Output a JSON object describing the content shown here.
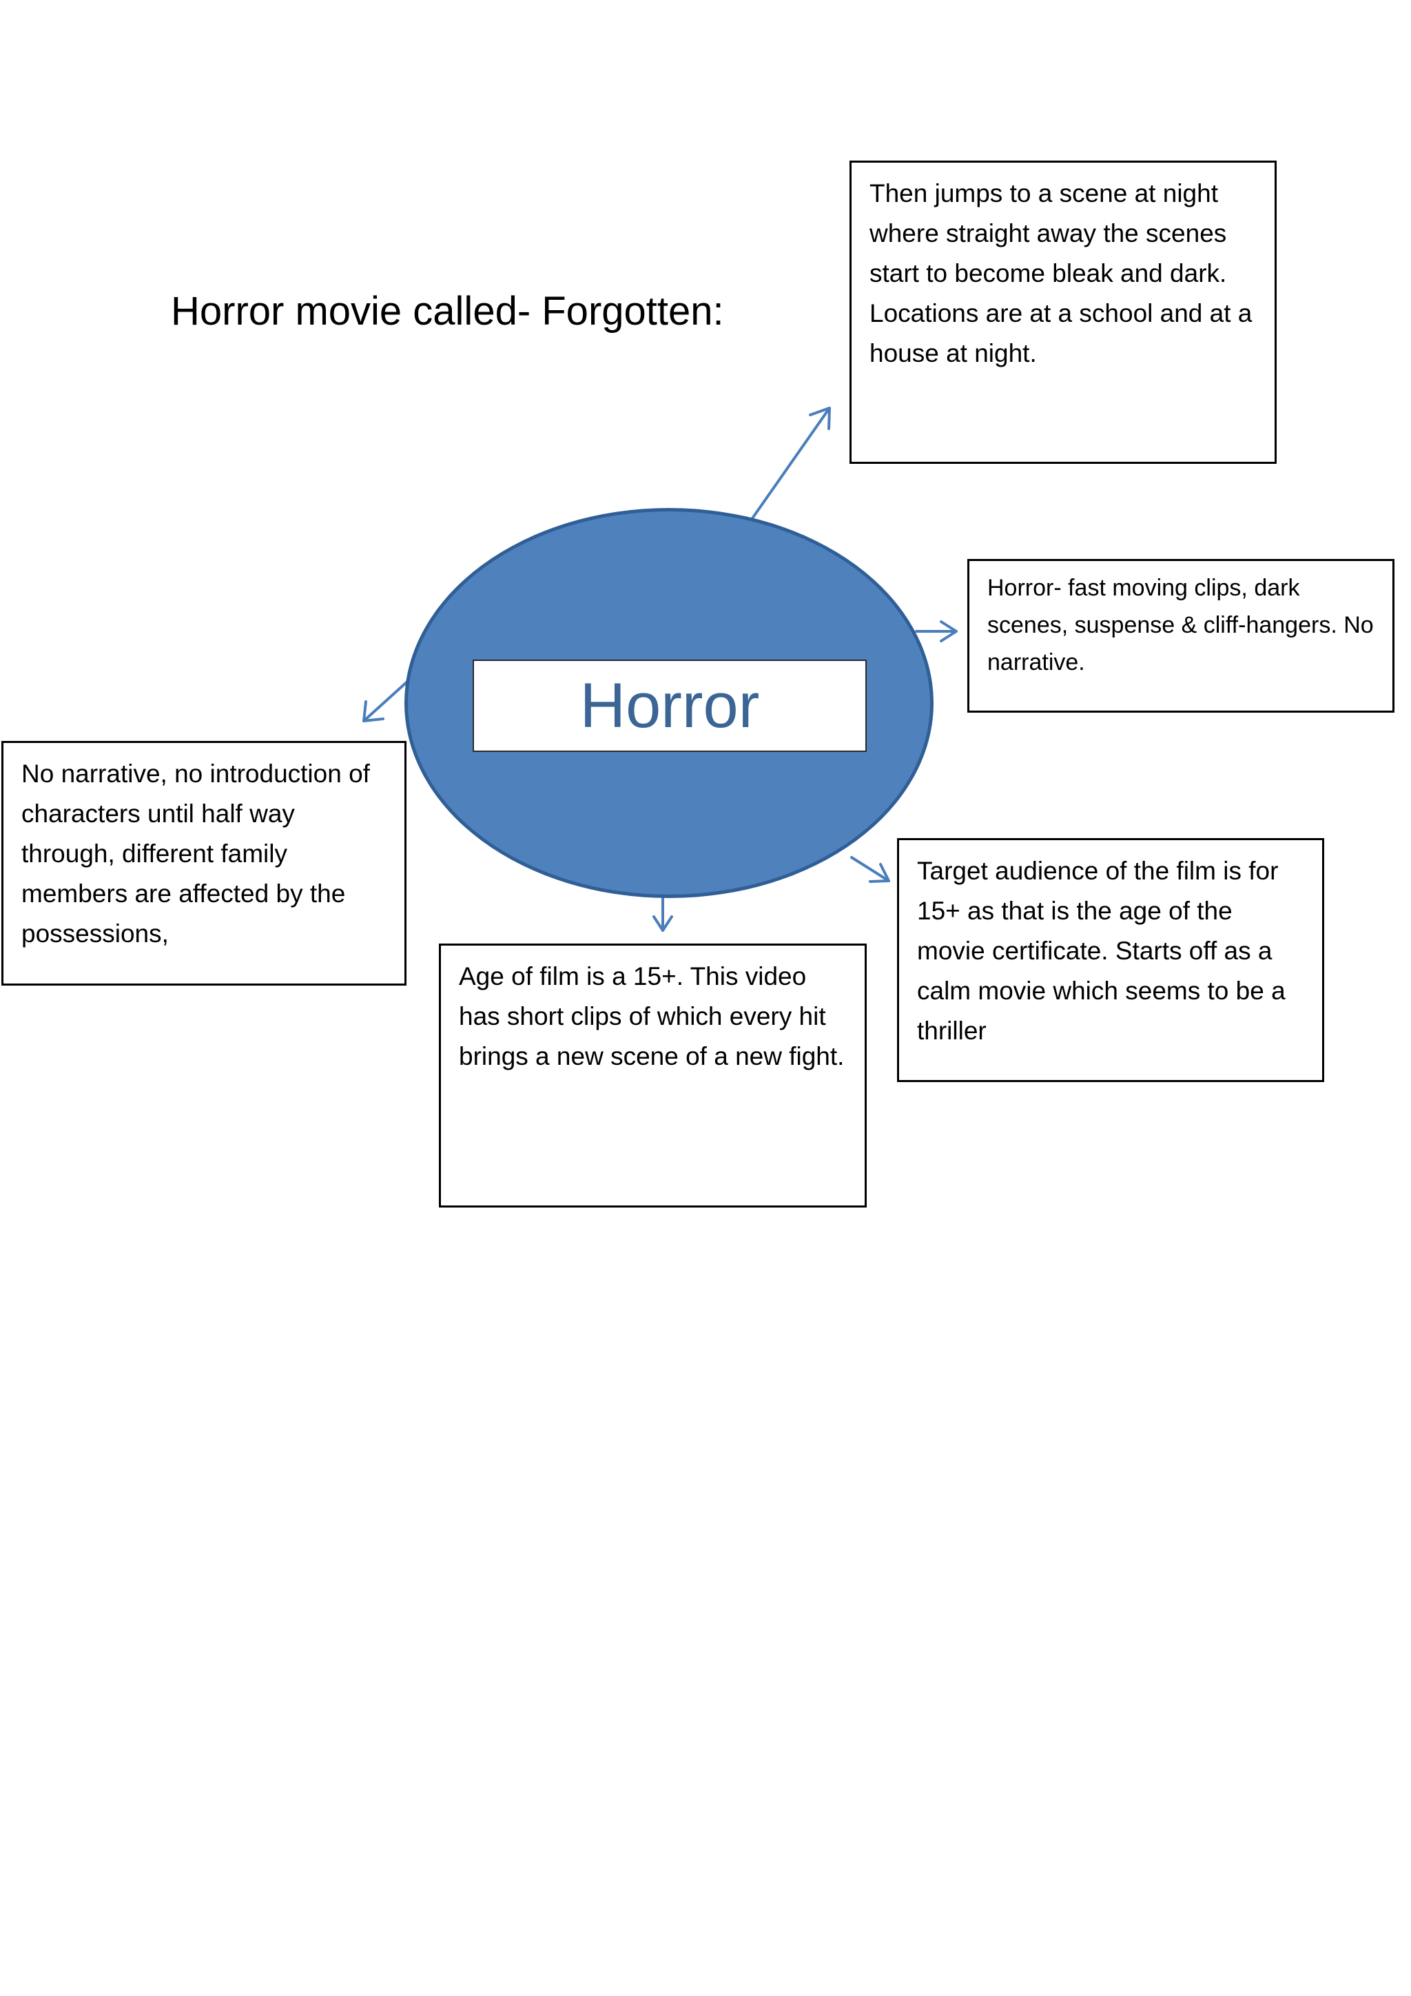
{
  "title": "Horror movie called- Forgotten:",
  "center": {
    "label": "Horror"
  },
  "colors": {
    "ellipse_fill": "#4f81bd",
    "ellipse_stroke": "#2f5f96",
    "arrow": "#4a7ebb",
    "label_text": "#3a6595"
  },
  "notes": {
    "top_right": "Then jumps to a scene at night where straight away the scenes start to become bleak and dark. Locations are at a school and at a house at night.",
    "right": "Horror- fast moving clips, dark scenes, suspense & cliff-hangers. No narrative.",
    "left": "No narrative, no introduction of characters until half way through, different family members are affected by the possessions,",
    "bottom_right": "Target audience of the film is for 15+ as that is the age of the movie certificate. Starts off as a calm movie which seems to be a thriller",
    "bottom": "Age of film is a 15+. This video has short clips of which every hit brings a new scene of a new fight."
  }
}
